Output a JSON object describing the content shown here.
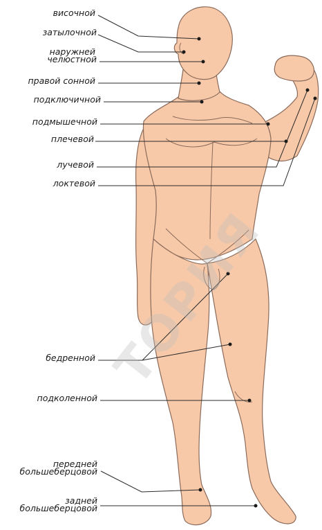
{
  "figure": {
    "labels": {
      "visochnoy": "височной",
      "zatylochnoy": "затылочной",
      "naruzhnoy_1": "наружней",
      "naruzhnoy_2": "челюстной",
      "sonnoy": "правой сонной",
      "podklyuchichnoy": "подключичной",
      "podmyshechnoy": "подмышечной",
      "plechevoy": "плечевой",
      "luchevoy": "лучевой",
      "loktevoy": "локтевой",
      "bedrennoy": "бедренной",
      "podkolennoy": "подколенной",
      "pered_1": "передней",
      "pered_2": "большеберцовой",
      "zad_1": "задней",
      "zad_2": "большеберцовой"
    },
    "watermark": "ТОРИЯ",
    "colors": {
      "skin": "#f7c9a8",
      "outline": "#8a6a5a",
      "leader": "#2b2b2b",
      "dot": "#1a1a1a",
      "watermark": "#bebebe"
    }
  }
}
